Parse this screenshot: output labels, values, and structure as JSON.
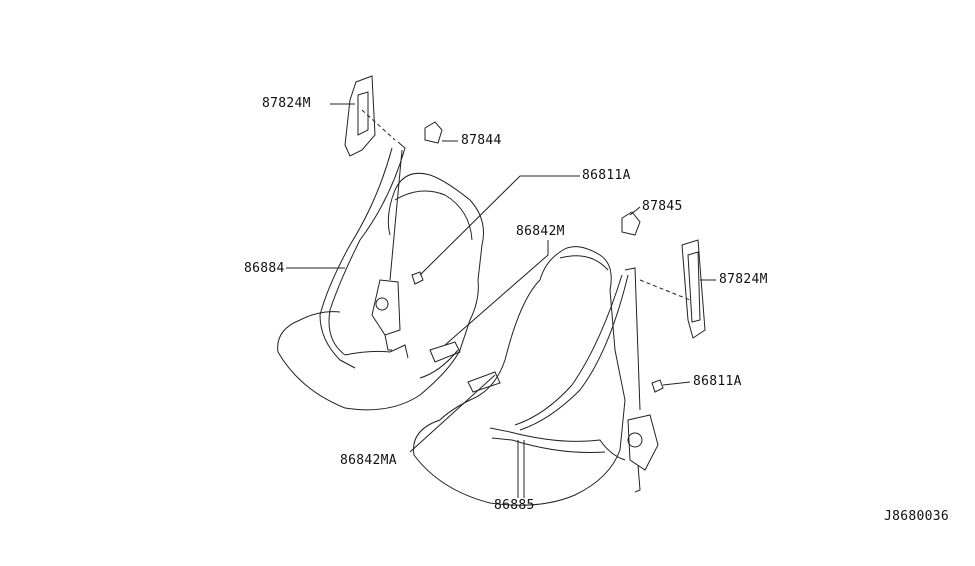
{
  "diagram": {
    "labels": {
      "l_87824M_left": "87824M",
      "l_87844": "87844",
      "l_86811A_top": "86811A",
      "l_87845": "87845",
      "l_86842M": "86842M",
      "l_87824M_right": "87824M",
      "l_86884": "86884",
      "l_86811A_right": "86811A",
      "l_86842MA": "86842MA",
      "l_86885": "86885"
    },
    "figure_code": "J8680036"
  }
}
